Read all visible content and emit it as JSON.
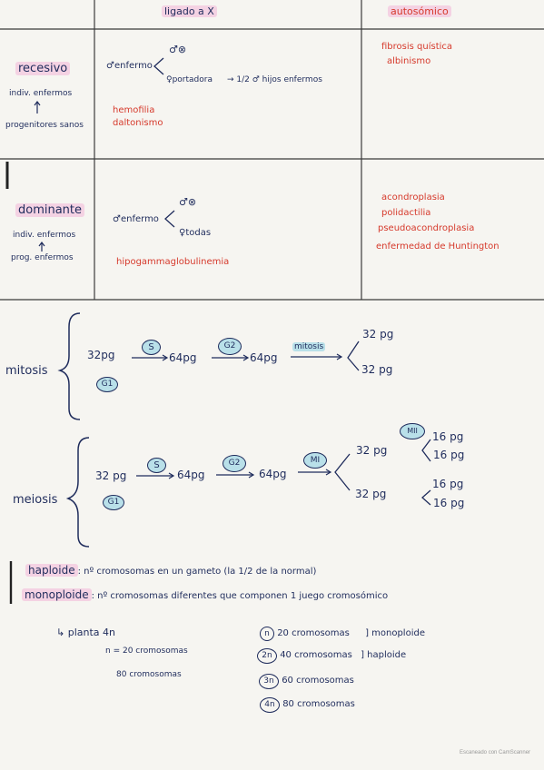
{
  "table": {
    "header": {
      "col2": "ligado a X",
      "col3": "autosómico"
    },
    "recesivo": {
      "label": "recesivo",
      "note1": "indiv. enfermos",
      "note2": "progenitores sanos",
      "male_top": "♂⊗",
      "enfermo": "♂enfermo",
      "portadora": "♀portadora",
      "arrow_result": "→ 1/2 ♂ hijos enfermos",
      "x_examples": [
        "hemofilia",
        "daltonismo"
      ],
      "auto_examples": [
        "fibrosis quística",
        "albinismo"
      ]
    },
    "dominante": {
      "label": "dominante",
      "note1": "indiv. enfermos",
      "note2": "prog. enfermos",
      "male_top": "♂⊗",
      "enfermo": "♂enfermo",
      "todas": "♀todas",
      "x_examples": [
        "hipogammaglobulinemia"
      ],
      "auto_examples": [
        "acondroplasia",
        "polidactilia",
        "pseudoacondroplasia",
        "enfermedad de Huntington"
      ]
    }
  },
  "mitosis": {
    "label": "mitosis",
    "g1": "G1",
    "start": "32pg",
    "s": "S",
    "after_s": "64pg",
    "g2": "G2",
    "after_g2": "64pg",
    "mit": "mitosis",
    "out1": "32 pg",
    "out2": "32 pg"
  },
  "meiosis": {
    "label": "meiosis",
    "g1": "G1",
    "start": "32 pg",
    "s": "S",
    "after_s": "64pg",
    "g2": "G2",
    "after_g2": "64pg",
    "m1": "MI",
    "m2": "MII",
    "mid1": "32 pg",
    "mid2": "32 pg",
    "out": [
      "16 pg",
      "16 pg",
      "16 pg",
      "16 pg"
    ]
  },
  "definitions": {
    "haploide_term": "haploide",
    "haploide_def": ": nº cromosomas en un gameto (la 1/2 de la normal)",
    "monoploide_term": "monoploide",
    "monoploide_def": ": nº cromosomas diferentes que componen 1 juego cromosómico"
  },
  "example": {
    "planta": "↳ planta 4n",
    "n_eq": "n = 20 cromosomas",
    "total": "80 cromosomas",
    "rows": [
      {
        "badge": "n",
        "text": "20 cromosomas",
        "tag": "] monoploide"
      },
      {
        "badge": "2n",
        "text": "40 cromosomas",
        "tag": "] haploide"
      },
      {
        "badge": "3n",
        "text": "60 cromosomas",
        "tag": ""
      },
      {
        "badge": "4n",
        "text": "80 cromosomas",
        "tag": ""
      }
    ]
  },
  "footer": {
    "scanner": "Escaneado con CamScanner"
  }
}
